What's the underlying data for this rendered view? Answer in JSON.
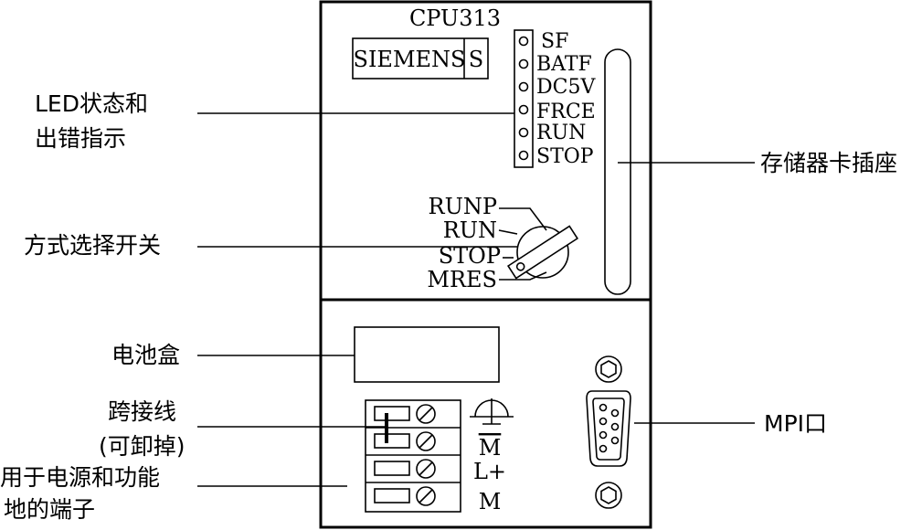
{
  "module": {
    "cpu_label": "CPU313",
    "brand": "SIEMENS",
    "brand_suffix": "S"
  },
  "leds": [
    "SF",
    "BATF",
    "DC5V",
    "FRCE",
    "RUN",
    "STOP"
  ],
  "mode_switch": {
    "positions": [
      "RUNP",
      "RUN",
      "STOP",
      "MRES"
    ]
  },
  "terminals": {
    "labels": [
      "M",
      "L+",
      "M"
    ],
    "ground_symbol": "ground-icon"
  },
  "callouts": {
    "led_status": [
      "LED状态和",
      "出错指示"
    ],
    "mode_selector": "方式选择开关",
    "battery_box": "电池盒",
    "jumper": [
      "跨接线",
      "(可卸掉)"
    ],
    "power_terminals": [
      "用于电源和功能",
      "地的端子"
    ],
    "memory_card": "存储器卡插座",
    "mpi_port": "MPI口"
  },
  "colors": {
    "ink": "#000000",
    "background": "#ffffff"
  }
}
